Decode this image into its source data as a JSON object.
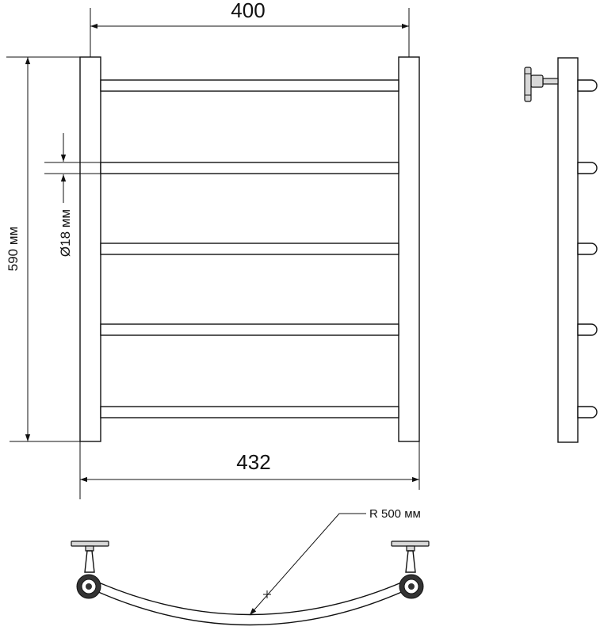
{
  "dimensions": {
    "top_width": "400",
    "bottom_width": "432",
    "height": "590 мм",
    "tube_diameter": "Ø18 мм",
    "radius": "R 500 мм"
  },
  "colors": {
    "line": "#111111",
    "background": "#ffffff"
  }
}
